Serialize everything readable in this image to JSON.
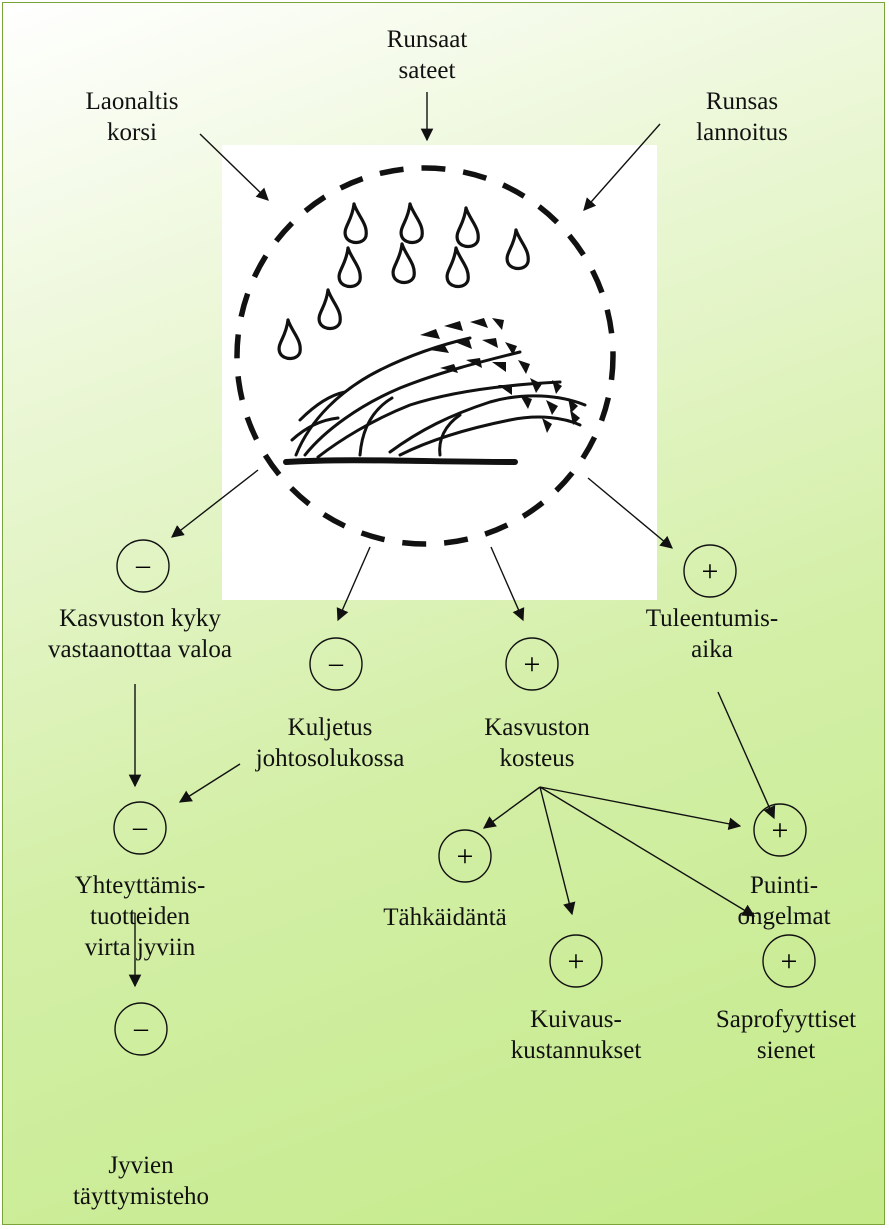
{
  "nodes": {
    "runsaat_sateet": [
      "Runsaat",
      "sateet"
    ],
    "laonaltis_korsi": [
      "Laonaltis",
      "korsi"
    ],
    "runsas_lannoitus": [
      "Runsas",
      "lannoitus"
    ],
    "kasvuston_kyky": [
      "Kasvuston kyky",
      "vastaanottaa valoa"
    ],
    "kuljetus": [
      "Kuljetus",
      "johtosolukossa"
    ],
    "kasvuston_kosteus": [
      "Kasvuston",
      "kosteus"
    ],
    "tuleentumisaika": [
      "Tuleentumis-",
      "aika"
    ],
    "yhteyttamistuotteet": [
      "Yhteyttämis-",
      "tuotteiden",
      "virta jyviin"
    ],
    "tahkaidanta": [
      "Tähkäidäntä"
    ],
    "puintiongelmat": [
      "Puinti-",
      "ongelmat"
    ],
    "kuivauskustannukset": [
      "Kuivaus-",
      "kustannukset"
    ],
    "saprofyyttiset": [
      "Saprofyyttiset",
      "sienet"
    ],
    "jyvien_tayttymisteho": [
      "Jyvien",
      "täyttymisteho"
    ]
  },
  "signs": {
    "kasvuston_kyky": "–",
    "kuljetus": "–",
    "kasvuston_kosteus": "+",
    "tuleentumisaika": "+",
    "yhteyttamistuotteet": "–",
    "tahkaidanta": "+",
    "puintiongelmat": "+",
    "kuivauskustannukset": "+",
    "saprofyyttiset": "+",
    "jyvien_tayttymisteho": "–"
  },
  "colors": {
    "background_top": "#ffffff",
    "background_bottom": "#c4ea8a",
    "border": "#7aa33a",
    "line": "#111111"
  }
}
